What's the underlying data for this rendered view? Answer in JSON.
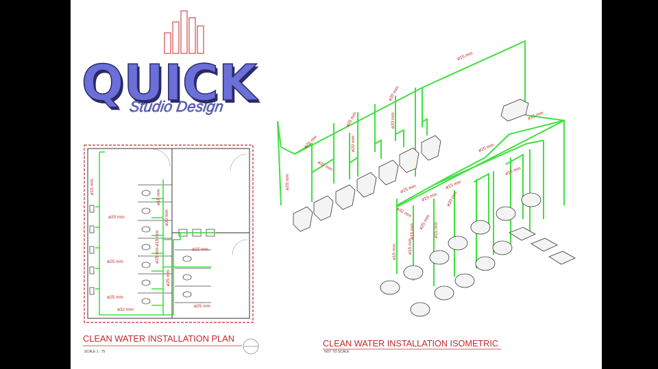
{
  "logo": {
    "word": "QUICK",
    "tagline": "Studio Design",
    "colors": {
      "primary": "#6b6fd8",
      "shadow": "#2a2a6a",
      "bars": "#d04a4a"
    }
  },
  "plan": {
    "title": "CLEAN WATER INSTALLATION PLAN",
    "scale": "SCALE 1 : 75",
    "labels": [
      "ø15 mm",
      "ø20 mm",
      "ø25 mm",
      "ø25 mm",
      "ø32 mm",
      "ø15 mm",
      "ø15 mm",
      "ø20 mm",
      "ø25 mm",
      "ø25 mm",
      "ø15 mm",
      "ø25 mm"
    ]
  },
  "iso": {
    "title": "CLEAN WATER INSTALLATION ISOMETRIC",
    "subtitle": "NOT TO SCALE",
    "labels": [
      "ø15 mm",
      "ø20 mm",
      "ø20 mm",
      "ø25 mm",
      "ø20 mm",
      "ø25 mm",
      "ø32 mm",
      "ø20 mm",
      "ø15 mm",
      "ø20 mm",
      "ø15 mm",
      "ø25 mm",
      "ø15 mm",
      "ø15 mm",
      "ø20 mm",
      "ø32 mm",
      "ø25 mm",
      "ø15 mm",
      "ø15 mm",
      "ø15 mm",
      "ø15 mm"
    ]
  },
  "colors": {
    "pipe": "#3ee03e",
    "title": "#c0282c",
    "border": "#c0282c"
  }
}
